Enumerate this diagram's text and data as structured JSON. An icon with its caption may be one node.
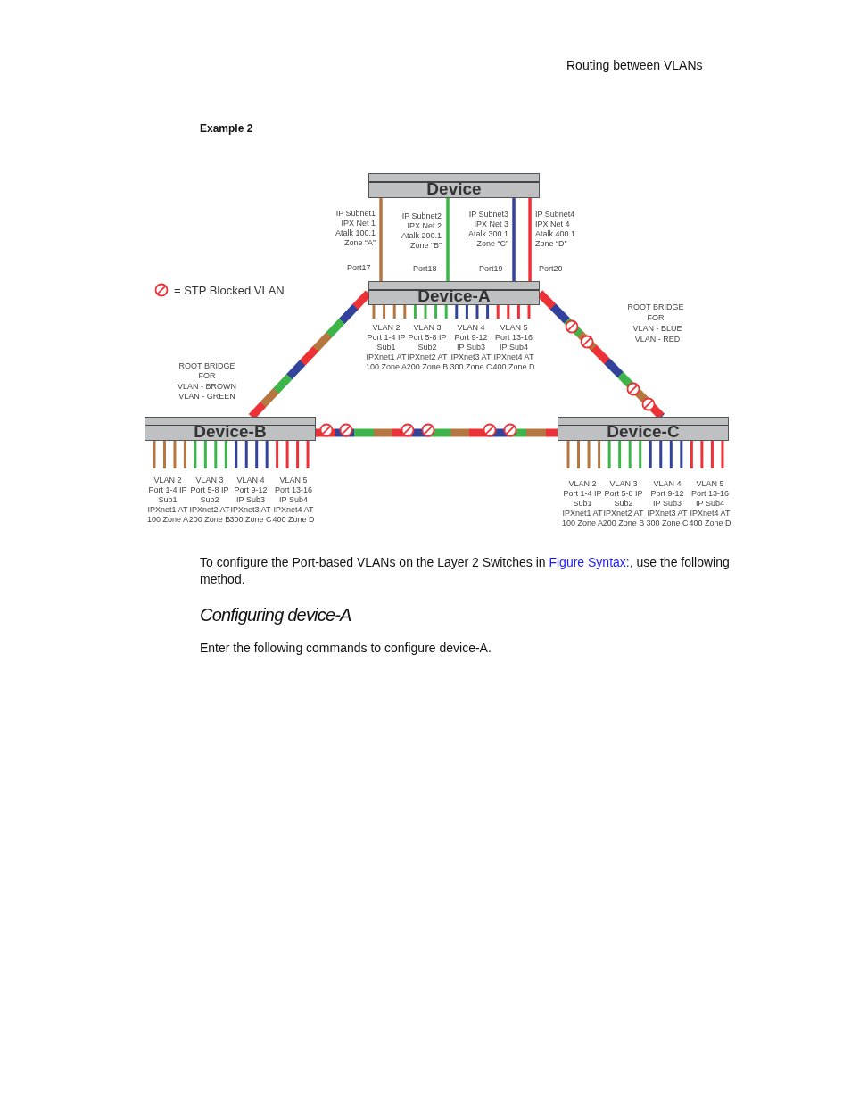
{
  "diagram": {
    "title": "Routing between VLANs",
    "nodes": [
      {
        "text": [
          "Device"
        ]
      },
      {
        "text": [
          "Device-A"
        ],
        "beside": [
          "VLAN 2 Port 1-4 IP Sub1 IPXnet1 AT 100 Zone A",
          "VLAN 3 Port 5-8 IP Sub2 IPXnet2 AT 200 Zone B",
          "VLAN 4 Port 9-12 IP Sub3 IPXnet3 AT 300 Zone C",
          "VLAN 5 Port 13-16 IP Sub4 IPXnet4 AT 400 Zone D"
        ]
      },
      {
        "text": [
          "Device-B"
        ],
        "beside": [
          "VLAN 2 Port 1-4 IP Sub1 IPXnet1 AT 100 Zone A",
          "VLAN 3 Port 5-8 IP Sub2 IPXnet2 AT 200 Zone B",
          "VLAN 4 Port 9-12 IP Sub3 IPXnet3 AT 300 Zone C",
          "VLAN 5 Port 13-16 IP Sub4 IPXnet4 AT 400 Zone D"
        ]
      },
      {
        "text": [
          "Device-C"
        ],
        "beside": [
          "VLAN 2 Port 1-4 IP Sub1 IPXnet1 AT 100 Zone A",
          "VLAN 3 Port 5-8 IP Sub2 IPXnet2 AT 200 Zone B",
          "VLAN 4 Port 9-12 IP Sub3 IPXnet3 AT 300 Zone C",
          "VLAN 5 Port 13-16 IP Sub4 IPXnet4 AT 400 Zone D"
        ]
      }
    ],
    "edges": [
      {
        "from": 0,
        "to": 1,
        "arrow": "none",
        "color": "#b5773f"
      },
      {
        "from": 0,
        "to": 1,
        "arrow": "none",
        "color": "#3db54a"
      },
      {
        "from": 0,
        "to": 1,
        "arrow": "none",
        "color": "#33439b"
      },
      {
        "from": 0,
        "to": 1,
        "arrow": "none",
        "color": "#ec3237"
      },
      {
        "from": 1,
        "to": 2,
        "arrow": "none",
        "style": "thick"
      },
      {
        "from": 1,
        "to": 3,
        "arrow": "none",
        "style": "thick"
      },
      {
        "from": 2,
        "to": 3,
        "arrow": "none",
        "style": "thick"
      }
    ],
    "labels": [
      "Example 2",
      "IP Subnet1 IPX Net 1 Atalk 100.1 Zone “A”",
      "IP Subnet2 IPX Net 2 Atalk 200.1 Zone “B”",
      "IP Subnet3 IPX Net 3 Atalk 300.1 Zone “C”",
      "IP Subnet4 IPX Net 4 Atalk 400.1 Zone “D”",
      "Port17",
      "Port18",
      "Port19",
      "Port20",
      "ROOT BRIDGE",
      "FOR",
      "VLAN - BLUE",
      "VLAN - RED",
      "ROOT BRIDGE",
      "FOR",
      "VLAN - BROWN",
      "VLAN - GREEN",
      "To configure the Port-based VLANs on the Layer 2 Switches in",
      "Figure Syntax:",
      ", use the following method.",
      "Configuring device-A",
      "Enter the following commands to configure device-A."
    ],
    "legend": [
      {
        "text": "= STP Blocked VLAN"
      }
    ]
  }
}
